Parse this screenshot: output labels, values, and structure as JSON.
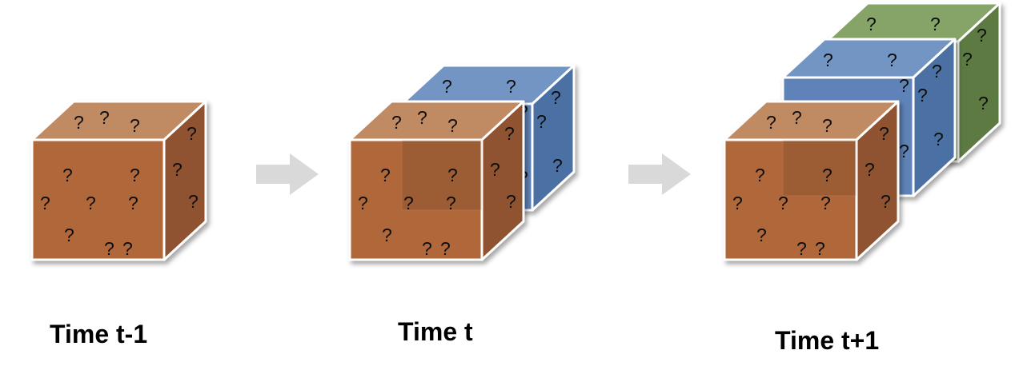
{
  "panels": [
    {
      "caption": "Time t-1",
      "cubes": [
        {
          "color": "orange"
        }
      ]
    },
    {
      "caption": "Time t",
      "cubes": [
        {
          "color": "blue"
        },
        {
          "color": "orange"
        }
      ]
    },
    {
      "caption": "Time t+1",
      "cubes": [
        {
          "color": "green"
        },
        {
          "color": "blue"
        },
        {
          "color": "orange"
        }
      ]
    }
  ],
  "arrows": [
    {
      "name": "arrow-1"
    },
    {
      "name": "arrow-2"
    }
  ],
  "colors": {
    "orange": {
      "front": "#b0683a",
      "top": "#c08a62",
      "side": "#8f5230",
      "edge": "#ffffff"
    },
    "blue": {
      "front": "#5e83b8",
      "top": "#7395c4",
      "side": "#4c70a4",
      "edge": "#ffffff"
    },
    "green": {
      "front": "#6e8e52",
      "top": "#86a467",
      "side": "#5b7a43",
      "edge": "#ffffff"
    },
    "arrow": "#d9d9d9"
  },
  "unknown_marker": "?"
}
